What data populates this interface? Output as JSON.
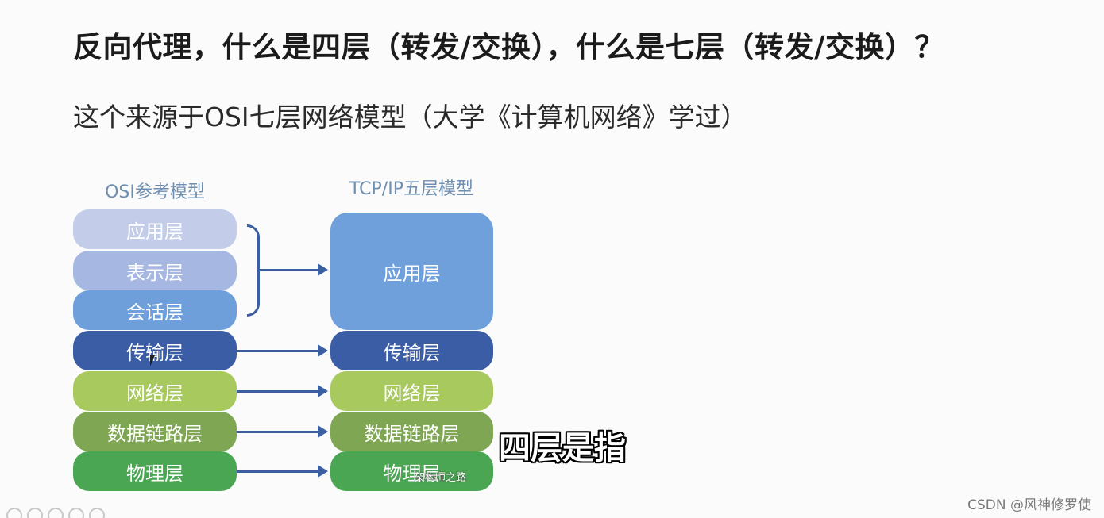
{
  "title": "反向代理，什么是四层（转发/交换），什么是七层（转发/交换）？",
  "subtitle": "这个来源于OSI七层网络模型（大学《计算机网络》学过）",
  "diagram": {
    "osi_header": "OSI参考模型",
    "tcpip_header": "TCP/IP五层模型",
    "osi_layers": [
      {
        "label": "应用层",
        "color": "#c3cdea"
      },
      {
        "label": "表示层",
        "color": "#a6b7e2"
      },
      {
        "label": "会话层",
        "color": "#6f9fdb"
      },
      {
        "label": "传输层",
        "color": "#3a5da6"
      },
      {
        "label": "网络层",
        "color": "#a7c95d"
      },
      {
        "label": "数据链路层",
        "color": "#7fa652"
      },
      {
        "label": "物理层",
        "color": "#4aa653"
      }
    ],
    "tcpip_layers": [
      {
        "label": "应用层",
        "color": "#6fa0dc"
      },
      {
        "label": "传输层",
        "color": "#3a5da6"
      },
      {
        "label": "网络层",
        "color": "#a7c95d"
      },
      {
        "label": "数据链路层",
        "color": "#7fa652"
      },
      {
        "label": "物理层",
        "color": "#4aa653"
      }
    ],
    "arrow_color": "#3b5fa0",
    "inner_watermark": "架构师之路"
  },
  "caption": "四层是指",
  "watermark": "CSDN @风神修罗使"
}
